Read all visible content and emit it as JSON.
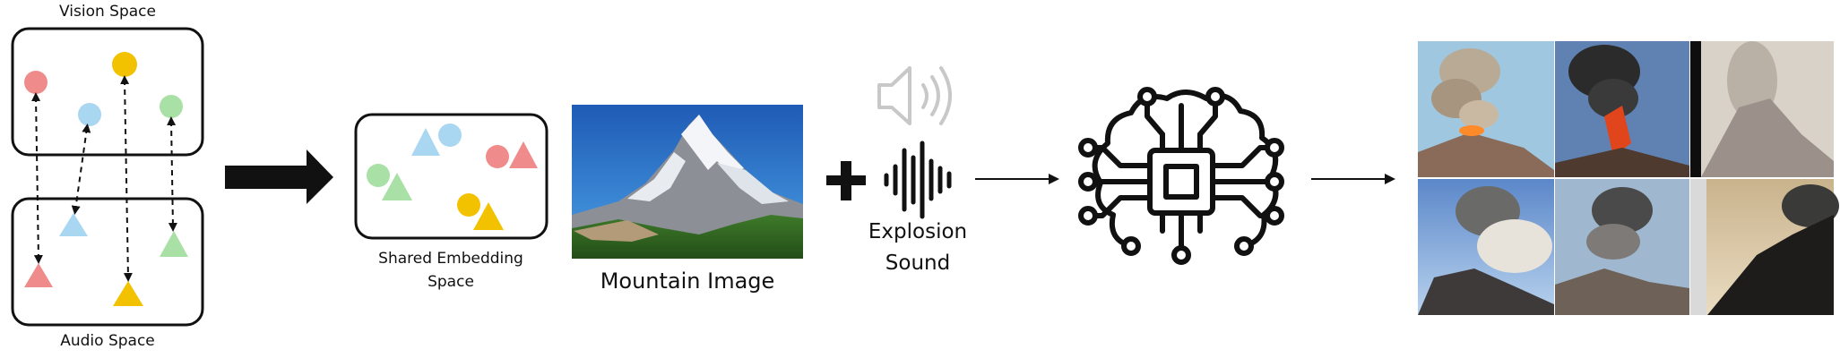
{
  "vision_space": {
    "title": "Vision Space"
  },
  "audio_space": {
    "title": "Audio Space"
  },
  "shared_embedding": {
    "label_line1": "Shared Embedding",
    "label_line2": "Space"
  },
  "mountain": {
    "label": "Mountain Image"
  },
  "sound": {
    "label_line1": "Explosion",
    "label_line2": "Sound"
  },
  "colors": {
    "pink": "#f08b8b",
    "blue": "#a9d7f2",
    "yellow": "#f2c200",
    "green": "#a9e0a6",
    "ink": "#111111",
    "muted_speaker": "#c8c8c8"
  },
  "icons": {
    "plus": "plus-icon",
    "speaker": "speaker-icon",
    "waveform": "sound-waveform-icon",
    "ai_brain": "ai-brain-circuit-icon",
    "arrow": "arrow-right-icon"
  }
}
